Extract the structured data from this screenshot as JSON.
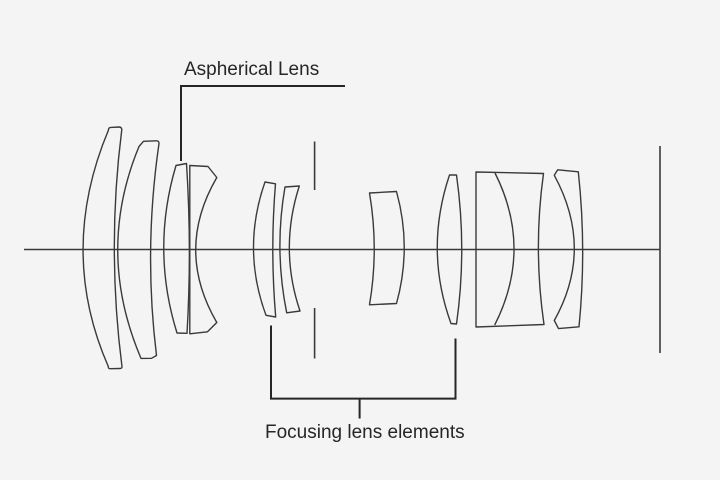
{
  "diagram": {
    "type": "optical-lens-cross-section",
    "labels": {
      "aspherical_lens": "Aspherical Lens",
      "focusing_elements": "Focusing lens elements"
    },
    "colors": {
      "background": "#f4f4f4",
      "line": "#3a3a3a",
      "annotation": "#262626"
    },
    "elements": [
      {
        "id": "lens-element-1",
        "shape": "large meniscus, convex left"
      },
      {
        "id": "lens-element-2",
        "shape": "meniscus, convex left"
      },
      {
        "id": "lens-element-3",
        "shape": "meniscus, cemented to aspherical element"
      },
      {
        "id": "lens-element-4",
        "shape": "aspherical lens, concave right"
      },
      {
        "id": "lens-element-5",
        "shape": "small meniscus, focusing group"
      },
      {
        "id": "lens-element-6",
        "shape": "small meniscus, focusing group"
      },
      {
        "id": "lens-element-7",
        "shape": "weak meniscus, focusing group"
      },
      {
        "id": "lens-element-8",
        "shape": "biconvex lens, focusing group"
      },
      {
        "id": "lens-element-9-10",
        "shape": "cemented doublet block"
      },
      {
        "id": "lens-element-11",
        "shape": "rear meniscus, convex right"
      },
      {
        "id": "aperture-stop",
        "shape": "two vertical tick marks"
      },
      {
        "id": "image-plane",
        "shape": "vertical line at right"
      },
      {
        "id": "optical-axis",
        "shape": "horizontal center line"
      }
    ]
  }
}
